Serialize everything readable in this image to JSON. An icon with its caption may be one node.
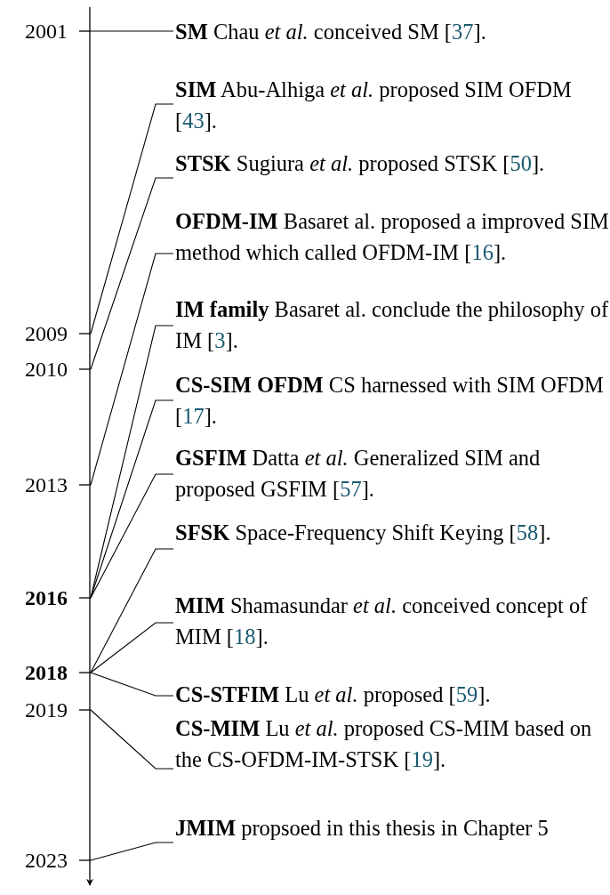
{
  "diagram": {
    "nodes": [
      {
        "text": [
          "2001"
        ]
      },
      {
        "text": [
          "2009"
        ]
      },
      {
        "text": [
          "2010"
        ]
      },
      {
        "text": [
          "2013"
        ]
      },
      {
        "text": [
          "2016"
        ]
      },
      {
        "text": [
          "2018"
        ]
      },
      {
        "text": [
          "2019"
        ]
      },
      {
        "text": [
          "2023"
        ]
      },
      {
        "text": [
          "**SM** Chau *et al.* conceived SM [37]."
        ]
      },
      {
        "text": [
          "**SIM** Abu-Alhiga *et al.* proposed SIM OFDM [43]."
        ]
      },
      {
        "text": [
          "**STSK** Sugiura *et al.* proposed STSK [50]."
        ]
      },
      {
        "text": [
          "**OFDM-IM** Basaret al. proposed a improved SIM method which called OFDM-IM [16]."
        ]
      },
      {
        "text": [
          "**IM family** Basaret al. conclude the philosophy of IM [3]."
        ]
      },
      {
        "text": [
          "**CS-SIM OFDM** CS harnessed with SIM OFDM [17]."
        ]
      },
      {
        "text": [
          "**GSFIM** Datta *et al.* Generalized SIM and proposed GSFIM [57]."
        ]
      },
      {
        "text": [
          "**SFSK** Space-Frequency Shift Keying [58]."
        ]
      },
      {
        "text": [
          "**MIM** Shamasundar *et al.* conceived concept of MIM [18]."
        ]
      },
      {
        "text": [
          "**CS-STFIM** Lu *et al.* proposed [59]."
        ]
      },
      {
        "text": [
          "**CS-MIM** Lu *et al.* proposed CS-MIM based on the CS-OFDM-IM-STSK [19]."
        ]
      },
      {
        "text": [
          "**JMIM** propsoed in this thesis in Chapter 5"
        ]
      }
    ],
    "edges": [
      {
        "from": 0,
        "to": 8,
        "arrow": "none"
      },
      {
        "from": 1,
        "to": 9,
        "arrow": "none"
      },
      {
        "from": 2,
        "to": 10,
        "arrow": "none"
      },
      {
        "from": 3,
        "to": 11,
        "arrow": "none"
      },
      {
        "from": 4,
        "to": 12,
        "arrow": "none"
      },
      {
        "from": 4,
        "to": 13,
        "arrow": "none"
      },
      {
        "from": 4,
        "to": 14,
        "arrow": "none"
      },
      {
        "from": 5,
        "to": 15,
        "arrow": "none"
      },
      {
        "from": 5,
        "to": 16,
        "arrow": "none"
      },
      {
        "from": 5,
        "to": 17,
        "arrow": "none"
      },
      {
        "from": 6,
        "to": 18,
        "arrow": "none"
      },
      {
        "from": 7,
        "to": 19,
        "arrow": "none"
      }
    ]
  }
}
